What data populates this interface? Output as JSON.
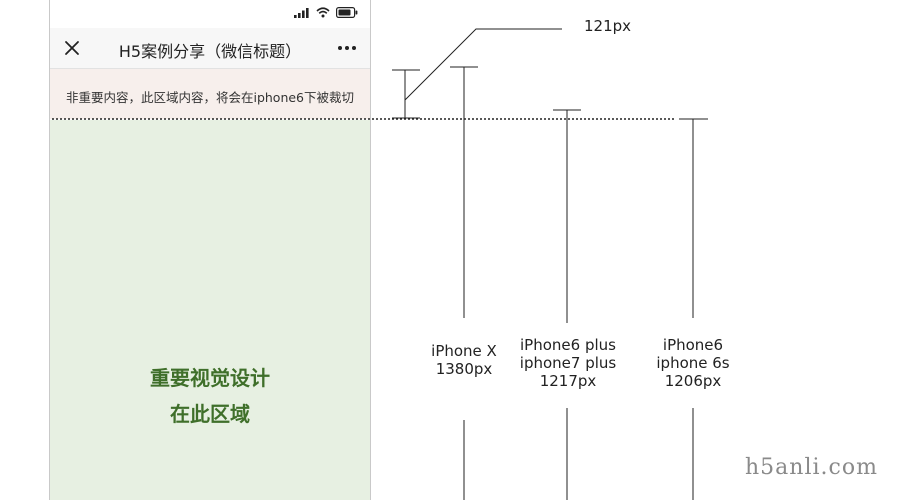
{
  "phone": {
    "nav_title": "H5案例分享（微信标题）",
    "crop_notice": "非重要内容，此区域内容，将会在iphone6下被裁切",
    "main_line_1": "重要视觉设计",
    "main_line_2": "在此区域"
  },
  "annotations": {
    "top_measure": "121px",
    "devices": [
      {
        "lines": [
          "iPhone X",
          "1380px"
        ]
      },
      {
        "lines": [
          "iPhone6 plus",
          "iphone7 plus",
          "1217px"
        ]
      },
      {
        "lines": [
          "iPhone6",
          "iphone 6s",
          "1206px"
        ]
      }
    ]
  },
  "watermark": "h5anli.com",
  "colors": {
    "crop_zone": "#f7efec",
    "main_zone": "#e7f0e2",
    "main_text": "#3f6f2a"
  },
  "icons": [
    "signal-icon",
    "wifi-icon",
    "battery-icon",
    "close-icon",
    "more-icon"
  ]
}
